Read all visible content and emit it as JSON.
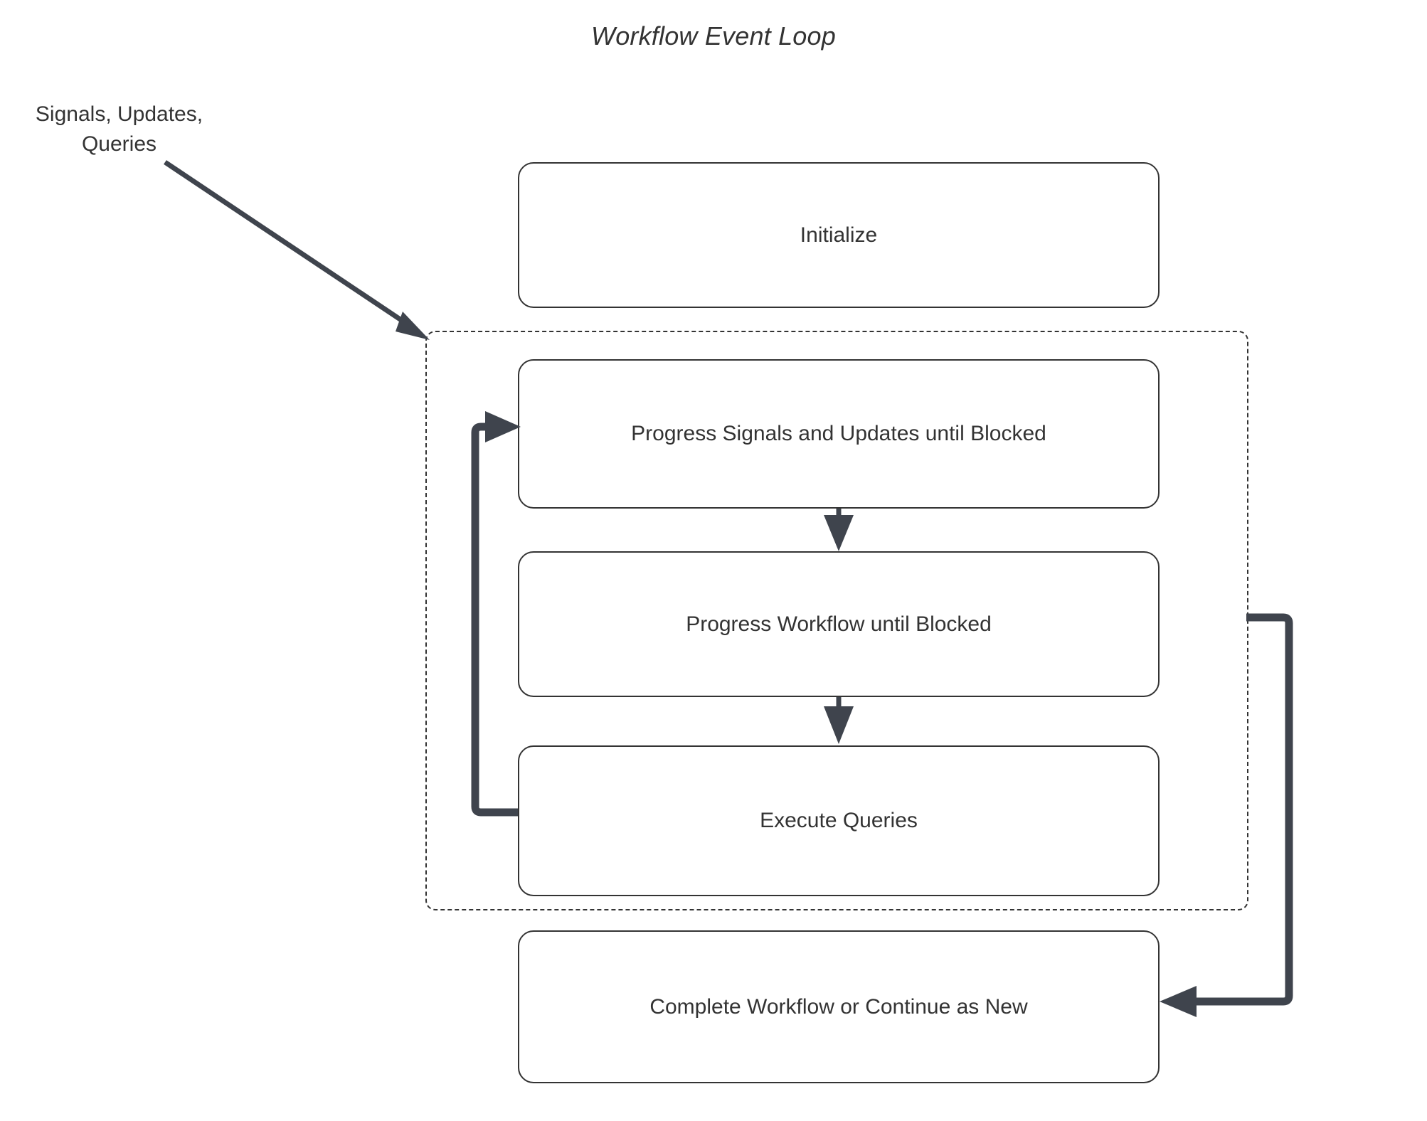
{
  "diagram": {
    "title": "Workflow Event Loop",
    "external_input_label": "Signals, Updates,\nQueries",
    "colors": {
      "node_border": "#333333",
      "arrow": "#3f444d",
      "container_border": "#333333",
      "background": "#ffffff",
      "text": "#333333"
    },
    "nodes": [
      {
        "id": "initialize",
        "label": "Initialize",
        "in_loop": false
      },
      {
        "id": "progress-signals-updates",
        "label": "Progress Signals and Updates until Blocked",
        "in_loop": true
      },
      {
        "id": "progress-workflow",
        "label": "Progress Workflow until Blocked",
        "in_loop": true
      },
      {
        "id": "execute-queries",
        "label": "Execute Queries",
        "in_loop": true
      },
      {
        "id": "complete-workflow",
        "label": "Complete Workflow or Continue as New",
        "in_loop": false
      }
    ],
    "container": {
      "id": "event-loop-group",
      "style": "dashed",
      "label": ""
    },
    "edges": [
      {
        "from": "external-input",
        "to": "event-loop-group",
        "style": "solid-diagonal",
        "label": ""
      },
      {
        "from": "progress-signals-updates",
        "to": "progress-workflow",
        "style": "solid-vertical",
        "label": ""
      },
      {
        "from": "progress-workflow",
        "to": "execute-queries",
        "style": "solid-vertical",
        "label": ""
      },
      {
        "from": "execute-queries",
        "to": "progress-signals-updates",
        "style": "loop-back-left",
        "label": ""
      },
      {
        "from": "event-loop-group",
        "to": "complete-workflow",
        "style": "loop-exit-right",
        "label": ""
      }
    ]
  }
}
